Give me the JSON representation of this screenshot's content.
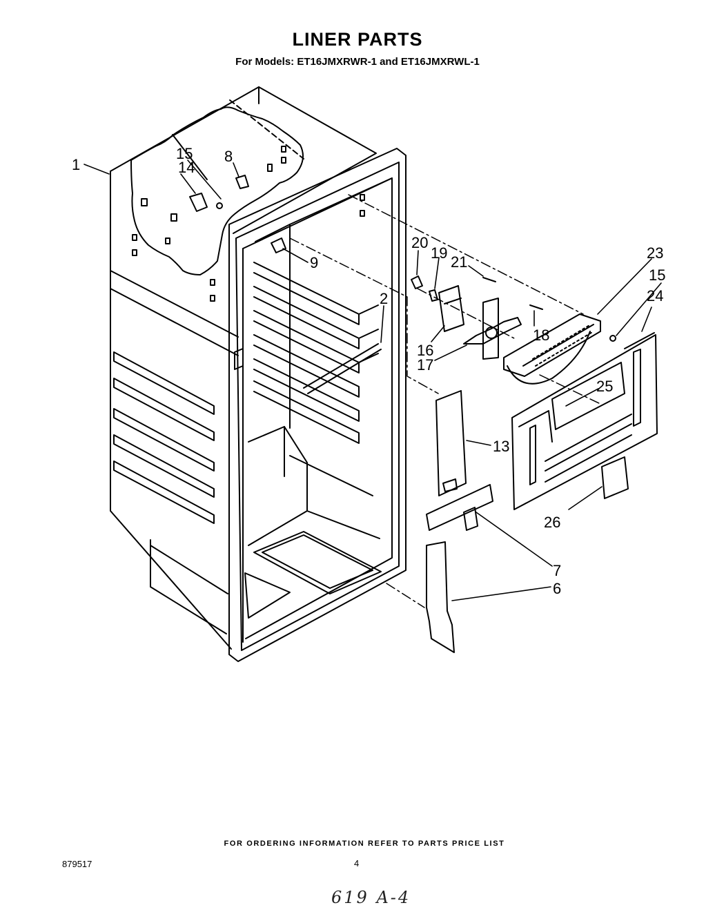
{
  "title": "LINER PARTS",
  "subtitle": "For Models: ET16JMXRWR-1 and ET16JMXRWL-1",
  "callouts": {
    "c1": "1",
    "c15a": "15",
    "c14": "14",
    "c8": "8",
    "c9": "9",
    "c2": "2",
    "c20": "20",
    "c19": "19",
    "c21": "21",
    "c23": "23",
    "c15b": "15",
    "c24": "24",
    "c18": "18",
    "c16": "16",
    "c17": "17",
    "c25": "25",
    "c13": "13",
    "c26": "26",
    "c7": "7",
    "c6": "6"
  },
  "footer": {
    "ordering_note": "FOR ORDERING INFORMATION REFER TO PARTS PRICE LIST",
    "doc_number": "879517",
    "page_number": "4",
    "handwritten": "619 A-4"
  }
}
